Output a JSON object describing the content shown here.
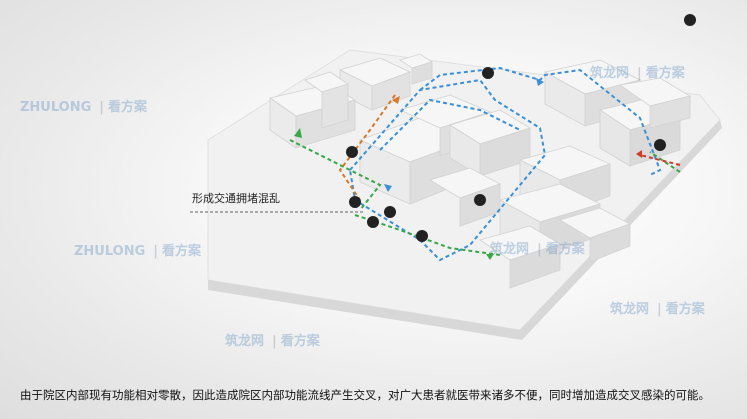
{
  "callout": {
    "text": "形成交通拥堵混乱"
  },
  "caption": {
    "text": "由于院区内部现有功能相对零散，因此造成院区内部功能流线产生交叉，对广大患者就医带来诸多不便，同时增加造成交叉感染的可能。"
  },
  "watermark": {
    "brand": "ZHULONG",
    "brand_cn": "筑龙网",
    "slogan": "看方案"
  },
  "colors": {
    "route_blue": "#3a8fd6",
    "route_green": "#3aa64a",
    "route_orange": "#d8782a",
    "route_red": "#d23a2a",
    "building": "#f4f4f4",
    "building_shade": "#d9d9d9"
  }
}
